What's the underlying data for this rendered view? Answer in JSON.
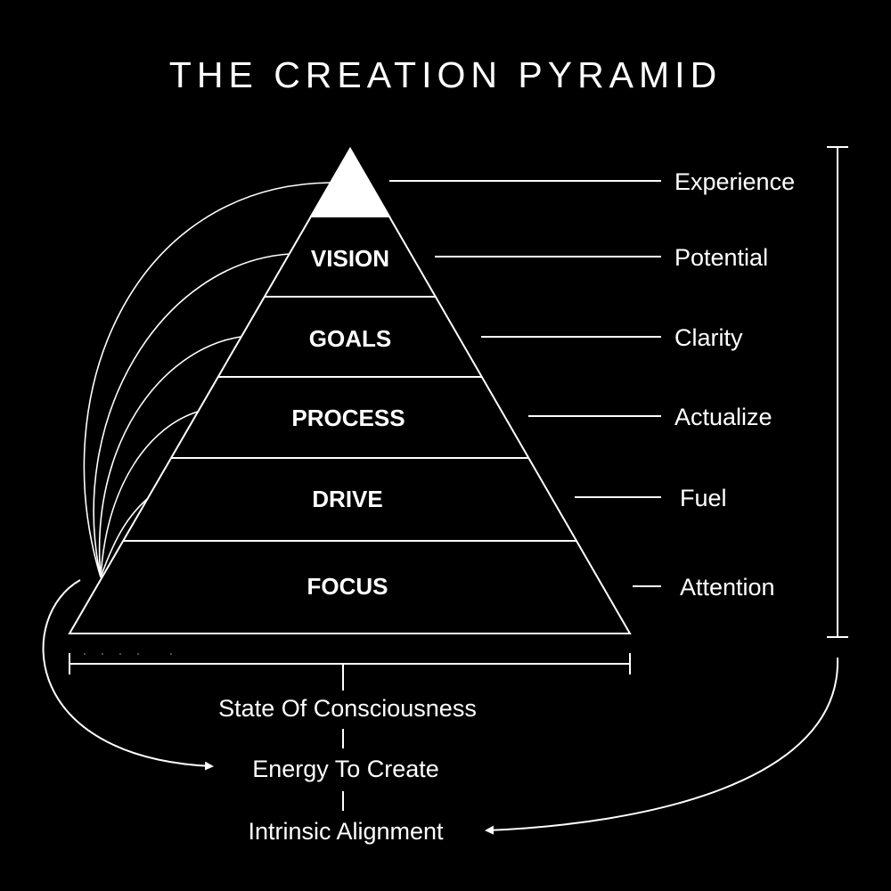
{
  "title": "THE CREATION PYRAMID",
  "tiers": [
    "VISION",
    "GOALS",
    "PROCESS",
    "DRIVE",
    "FOCUS"
  ],
  "outcomes": [
    "Experience",
    "Potential",
    "Clarity",
    "Actualize",
    "Fuel",
    "Attention"
  ],
  "bottom": [
    "State Of Consciousness",
    "Energy To Create",
    "Intrinsic Alignment"
  ],
  "colors": {
    "background": "#000000",
    "foreground": "#ffffff"
  }
}
